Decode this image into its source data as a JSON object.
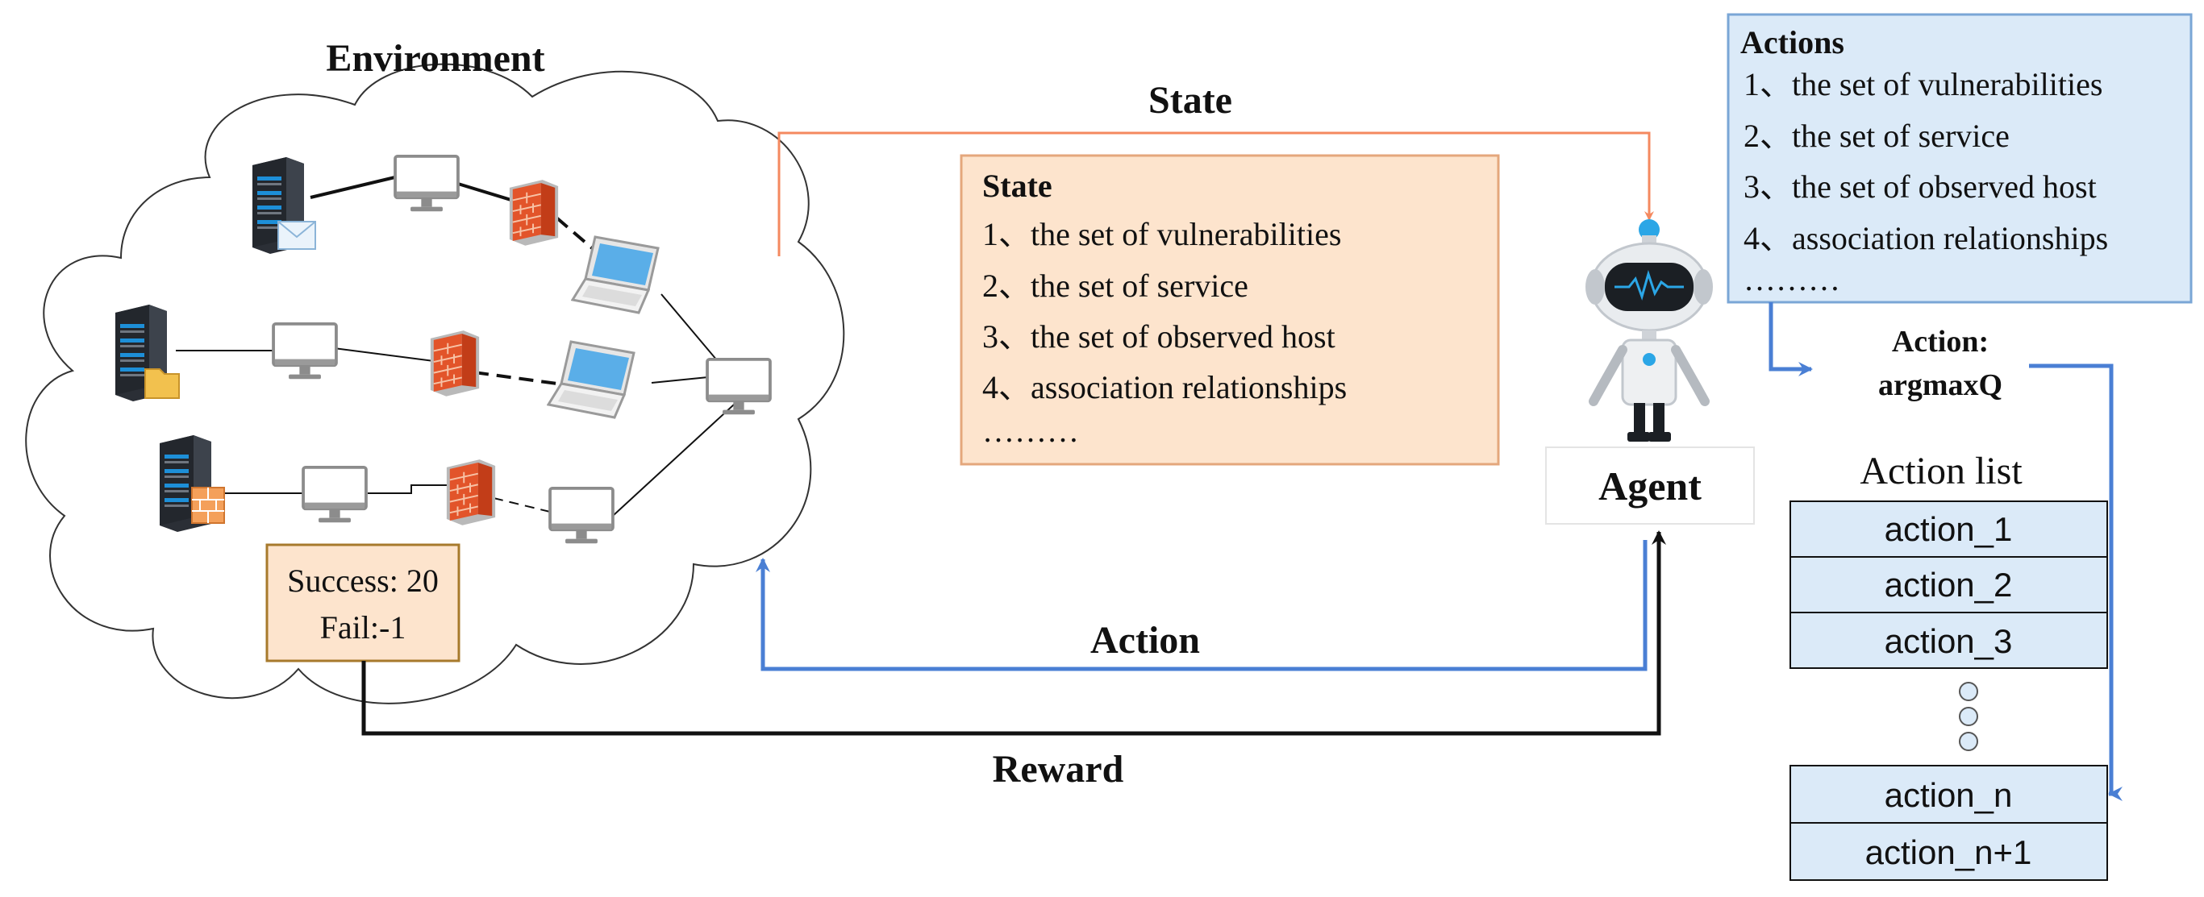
{
  "environment": {
    "title": "Environment"
  },
  "reward_box": {
    "success": "Success: 20",
    "fail": "Fail:-1"
  },
  "arrows": {
    "state": "State",
    "action": "Action",
    "reward": "Reward"
  },
  "state_box": {
    "title": "State",
    "items": [
      "1、the set of vulnerabilities",
      "2、the set of service",
      "3、the set of observed host",
      "4、association relationships"
    ],
    "more": "………"
  },
  "agent": {
    "label": "Agent"
  },
  "actions_box": {
    "title": "Actions",
    "items": [
      "1、the set of vulnerabilities",
      "2、the set of service",
      "3、the set of observed host",
      "4、association relationships"
    ],
    "more": "………"
  },
  "action_select": {
    "line1": "Action:",
    "line2": "argmaxQ"
  },
  "action_list": {
    "title": "Action list",
    "top_items": [
      "action_1",
      "action_2",
      "action_3"
    ],
    "bottom_items": [
      "action_n",
      "action_n+1"
    ]
  },
  "colors": {
    "state_arrow": "#f4895f",
    "action_arrow": "#4a7fd4",
    "reward_arrow": "#111111",
    "state_box_fill": "#fde4cd",
    "state_box_border": "#e4a77c",
    "actions_box_fill": "#dbeaf8",
    "actions_box_border": "#7aa6d6",
    "reward_box_fill": "#fde4cd",
    "reward_box_border": "#a77a2c",
    "firewall": "#e2542a"
  }
}
